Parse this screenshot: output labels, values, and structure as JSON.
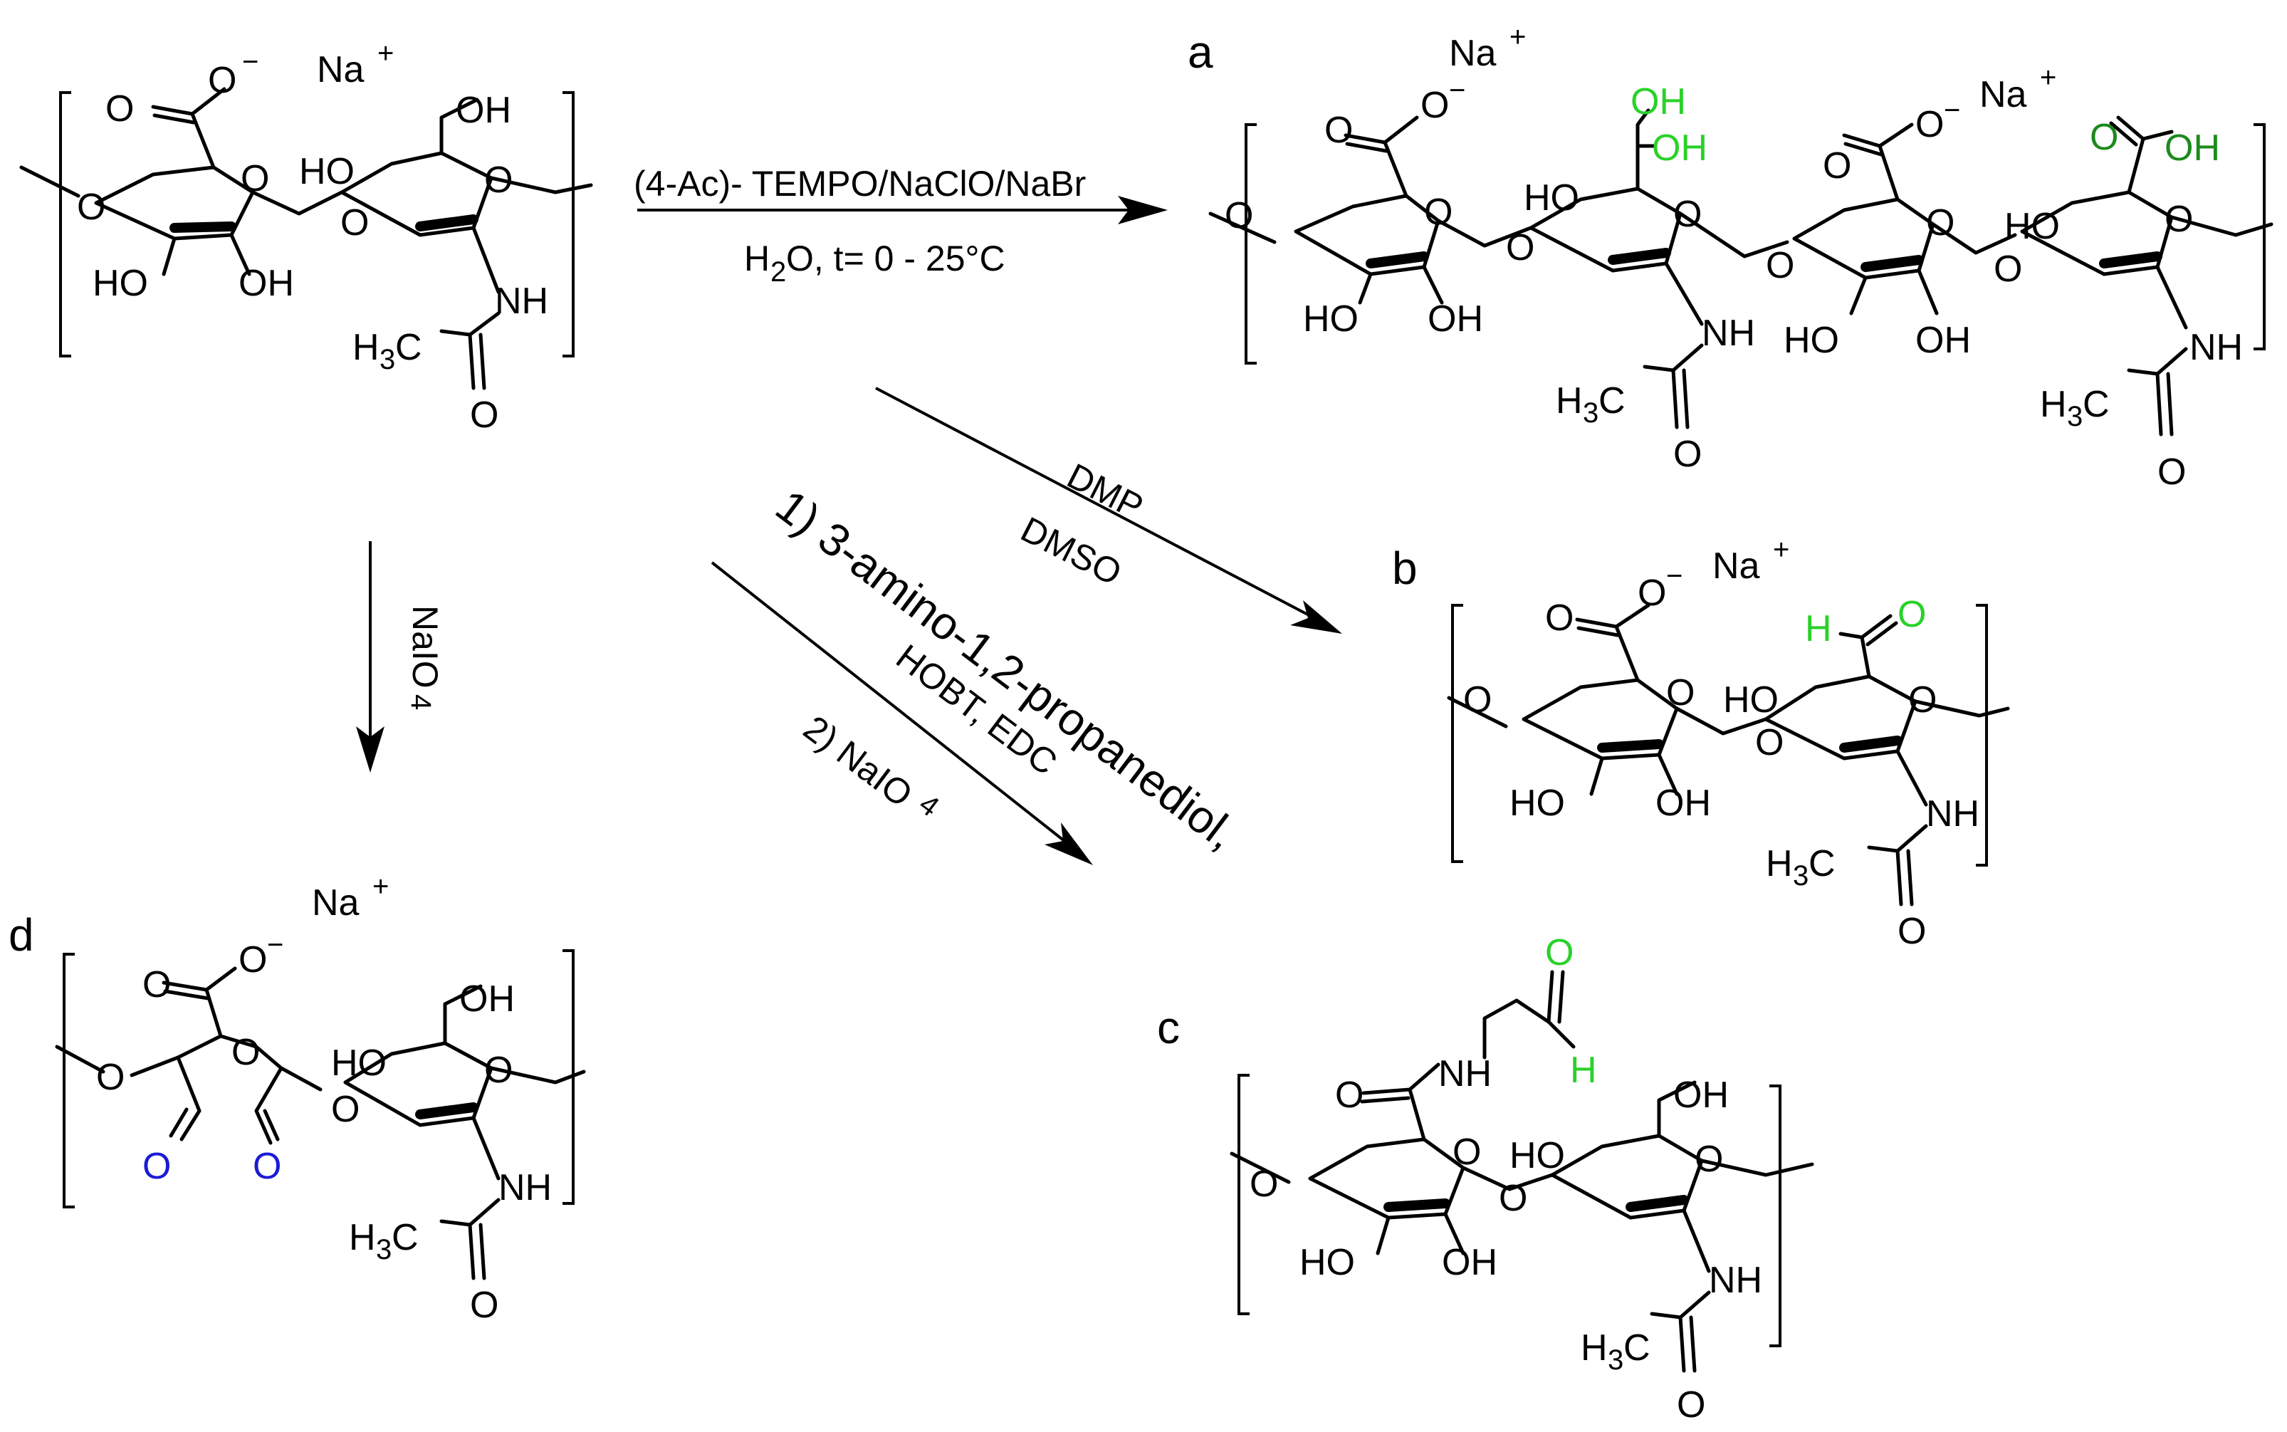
{
  "labels": {
    "a": "a",
    "b": "b",
    "c": "c",
    "d": "d"
  },
  "ions": {
    "na": "Na",
    "plus": "+",
    "minus": "−"
  },
  "atoms": {
    "O": "O",
    "OH": "OH",
    "HO": "HO",
    "NH": "NH",
    "H": "H",
    "C": "C",
    "H3C_H": "H",
    "H3C_3": "3"
  },
  "conditions": {
    "tempo": "(4-Ac)- TEMPO/NaClO/NaBr",
    "water_h": "H",
    "water_2": "2",
    "water_rest": "O, t= 0 - 25°C",
    "dmp": "DMP",
    "dmso": "DMSO",
    "naio4_na": "NaIO",
    "naio4_4": "4",
    "step1": "1) 3-amino-1,2-propanediol,",
    "step1b": "HOBT, EDC",
    "step2": "2) NaIO",
    "step2_4": "4"
  },
  "colors": {
    "green": "#2ad12a",
    "dark_green": "#1d8a1d",
    "blue": "#1a1ad6"
  }
}
